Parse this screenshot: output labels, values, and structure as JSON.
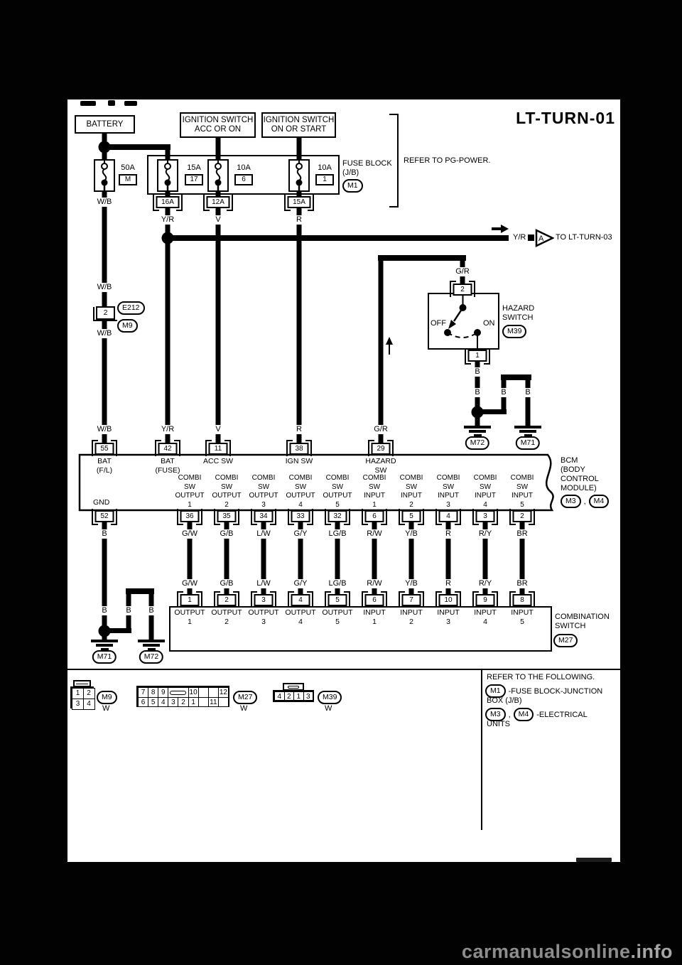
{
  "title": "LT-TURN-01",
  "sources": {
    "battery": "BATTERY",
    "ignition_acc": [
      "IGNITION SWITCH",
      "ACC OR ON"
    ],
    "ignition_start": [
      "IGNITION SWITCH",
      "ON OR START"
    ]
  },
  "fuse_block": {
    "label": [
      "FUSE BLOCK",
      "(J/B)"
    ],
    "connector": "M1",
    "refer_note": "REFER TO PG-POWER.",
    "fuses": [
      {
        "amps": "50A",
        "id": "M"
      },
      {
        "amps": "15A",
        "id": "17"
      },
      {
        "amps": "10A",
        "id": "6"
      },
      {
        "amps": "10A",
        "id": "1"
      }
    ],
    "out_pins": [
      "16A",
      "12A",
      "15A"
    ],
    "out_wires": [
      "Y/R",
      "V",
      "R"
    ]
  },
  "wires": {
    "wb": "W/B",
    "gr": "G/R",
    "b": "B"
  },
  "to_ref": {
    "wire": "Y/R",
    "tag": "A",
    "text": "TO LT-TURN-03"
  },
  "inline_connector": {
    "pin": "2",
    "conn_top": "E212",
    "conn_bottom": "M9"
  },
  "hazard": {
    "label": [
      "HAZARD",
      "SWITCH"
    ],
    "connector": "M39",
    "off": "OFF",
    "on": "ON",
    "pin_top": "2",
    "pin_bottom": "1"
  },
  "grounds": {
    "right": {
      "g1": "M72",
      "g2": "M71"
    },
    "left": {
      "g1": "M71",
      "g2": "M72"
    }
  },
  "bcm": {
    "name": [
      "BCM",
      "(BODY",
      "CONTROL",
      "MODULE)"
    ],
    "connectors": [
      "M3",
      "M4"
    ],
    "sep": ",",
    "top_pins": [
      {
        "wire": "W/B",
        "pin": "55",
        "label": [
          "BAT",
          "(F/L)"
        ]
      },
      {
        "wire": "Y/R",
        "pin": "42",
        "label": [
          "BAT",
          "(FUSE)"
        ]
      },
      {
        "wire": "V",
        "pin": "11",
        "label": [
          "ACC SW"
        ]
      },
      {
        "wire": "R",
        "pin": "38",
        "label": [
          "IGN SW"
        ]
      },
      {
        "wire": "G/R",
        "pin": "29",
        "label": [
          "HAZARD",
          "SW"
        ]
      }
    ],
    "gnd": {
      "label": "GND",
      "pin": "52",
      "wire": "B"
    },
    "combi_pins": [
      {
        "pin": "36",
        "wire": "G/W",
        "label": [
          "COMBI",
          "SW",
          "OUTPUT",
          "1"
        ]
      },
      {
        "pin": "35",
        "wire": "G/B",
        "label": [
          "COMBI",
          "SW",
          "OUTPUT",
          "2"
        ]
      },
      {
        "pin": "34",
        "wire": "L/W",
        "label": [
          "COMBI",
          "SW",
          "OUTPUT",
          "3"
        ]
      },
      {
        "pin": "33",
        "wire": "G/Y",
        "label": [
          "COMBI",
          "SW",
          "OUTPUT",
          "4"
        ]
      },
      {
        "pin": "32",
        "wire": "LG/B",
        "label": [
          "COMBI",
          "SW",
          "OUTPUT",
          "5"
        ]
      },
      {
        "pin": "6",
        "wire": "R/W",
        "label": [
          "COMBI",
          "SW",
          "INPUT",
          "1"
        ]
      },
      {
        "pin": "5",
        "wire": "Y/B",
        "label": [
          "COMBI",
          "SW",
          "INPUT",
          "2"
        ]
      },
      {
        "pin": "4",
        "wire": "R",
        "label": [
          "COMBI",
          "SW",
          "INPUT",
          "3"
        ]
      },
      {
        "pin": "3",
        "wire": "R/Y",
        "label": [
          "COMBI",
          "SW",
          "INPUT",
          "4"
        ]
      },
      {
        "pin": "2",
        "wire": "BR",
        "label": [
          "COMBI",
          "SW",
          "INPUT",
          "5"
        ]
      }
    ]
  },
  "combination_switch": {
    "name": [
      "COMBINATION",
      "SWITCH"
    ],
    "connector": "M27",
    "pins": [
      {
        "pin": "1",
        "label": [
          "OUTPUT",
          "1"
        ]
      },
      {
        "pin": "2",
        "label": [
          "OUTPUT",
          "2"
        ]
      },
      {
        "pin": "3",
        "label": [
          "OUTPUT",
          "3"
        ]
      },
      {
        "pin": "4",
        "label": [
          "OUTPUT",
          "4"
        ]
      },
      {
        "pin": "5",
        "label": [
          "OUTPUT",
          "5"
        ]
      },
      {
        "pin": "6",
        "label": [
          "INPUT",
          "1"
        ]
      },
      {
        "pin": "7",
        "label": [
          "INPUT",
          "2"
        ]
      },
      {
        "pin": "10",
        "label": [
          "INPUT",
          "3"
        ]
      },
      {
        "pin": "9",
        "label": [
          "INPUT",
          "4"
        ]
      },
      {
        "pin": "8",
        "label": [
          "INPUT",
          "5"
        ]
      }
    ]
  },
  "legend": {
    "refer": "REFER TO THE FOLLOWING.",
    "sep": ",",
    "m9": {
      "rows": [
        [
          "1",
          "2"
        ],
        [
          "3",
          "4"
        ]
      ],
      "connector": "M9",
      "color": "W"
    },
    "m27": {
      "top_left": [
        "7",
        "8",
        "9"
      ],
      "top_right": [
        "10",
        "",
        "",
        "12"
      ],
      "bottom": [
        "6",
        "5",
        "4",
        "3",
        "2",
        "1",
        "",
        "11",
        ""
      ],
      "connector": "M27",
      "color": "W"
    },
    "m39": {
      "cells": [
        "4",
        "2",
        "1",
        "3"
      ],
      "connector": "M39",
      "color": "W"
    },
    "items": [
      {
        "conns": [
          "M1"
        ],
        "text1": "-FUSE BLOCK-JUNCTION",
        "text2": "BOX (J/B)"
      },
      {
        "conns": [
          "M3",
          "M4"
        ],
        "text1": "-ELECTRICAL",
        "text2": "UNITS"
      }
    ]
  },
  "watermark": {
    "main": "carmanualsonline",
    "suffix": ".info"
  }
}
